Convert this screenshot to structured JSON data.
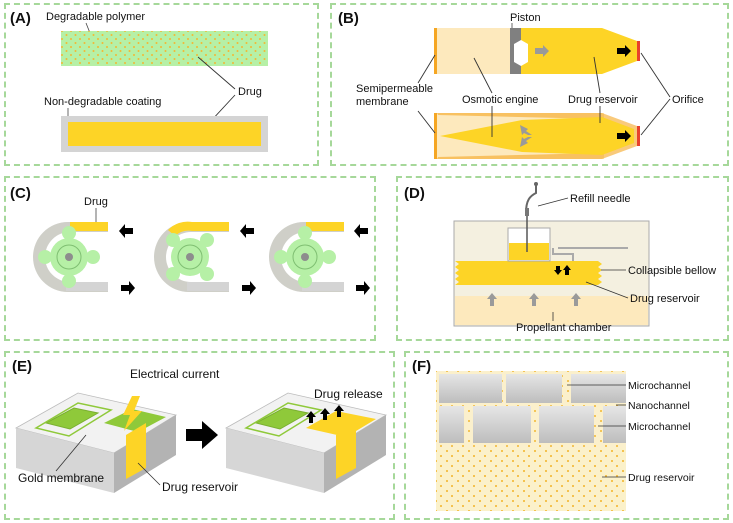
{
  "panels": {
    "a": {
      "label": "(A)",
      "polymer": "Degradable polymer",
      "coating": "Non-degradable coating",
      "drug": "Drug"
    },
    "b": {
      "label": "(B)",
      "piston": "Piston",
      "membrane_line1": "Semipermeable",
      "membrane_line2": "membrane",
      "engine": "Osmotic engine",
      "reservoir": "Drug reservoir",
      "orifice": "Orifice"
    },
    "c": {
      "label": "(C)",
      "drug": "Drug"
    },
    "d": {
      "label": "(D)",
      "needle": "Refill needle",
      "bellow": "Collapsible bellow",
      "reservoir": "Drug reservoir",
      "chamber": "Propellant chamber"
    },
    "e": {
      "label": "(E)",
      "current": "Electrical current",
      "release": "Drug release",
      "gold": "Gold membrane",
      "reservoir": "Drug reservoir"
    },
    "f": {
      "label": "(F)",
      "micro1": "Microchannel",
      "nano": "Nanochannel",
      "micro2": "Microchannel",
      "reservoir": "Drug reservoir"
    }
  },
  "colors": {
    "border": "#a6d89a",
    "drug": "#fdd426",
    "polymer": "#b6f0a6",
    "coating": "#d4d4d4",
    "arrow": "#000000",
    "orifice": "#e8412c"
  }
}
